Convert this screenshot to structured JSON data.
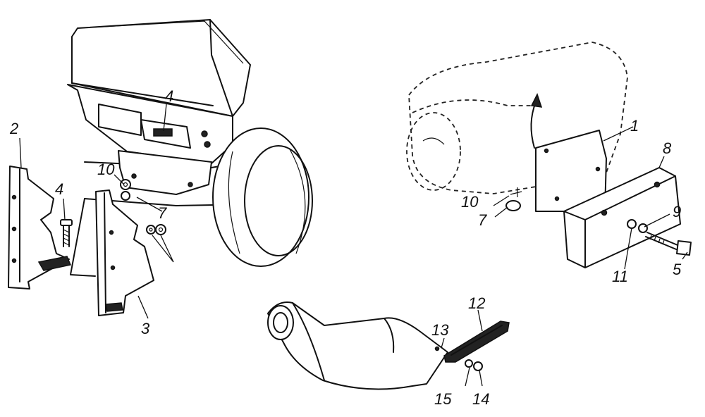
{
  "diagram": {
    "callouts": [
      {
        "id": "c1",
        "text": "1"
      },
      {
        "id": "c2",
        "text": "2"
      },
      {
        "id": "c3",
        "text": "3"
      },
      {
        "id": "c4a",
        "text": "4"
      },
      {
        "id": "c4b",
        "text": "4"
      },
      {
        "id": "c5",
        "text": "5"
      },
      {
        "id": "c7a",
        "text": "7"
      },
      {
        "id": "c7b",
        "text": "7"
      },
      {
        "id": "c8",
        "text": "8"
      },
      {
        "id": "c9",
        "text": "9"
      },
      {
        "id": "c10a",
        "text": "10"
      },
      {
        "id": "c10b",
        "text": "10"
      },
      {
        "id": "c11",
        "text": "11"
      },
      {
        "id": "c12",
        "text": "12"
      },
      {
        "id": "c13",
        "text": "13"
      },
      {
        "id": "c14",
        "text": "14"
      },
      {
        "id": "c15",
        "text": "15"
      }
    ]
  }
}
